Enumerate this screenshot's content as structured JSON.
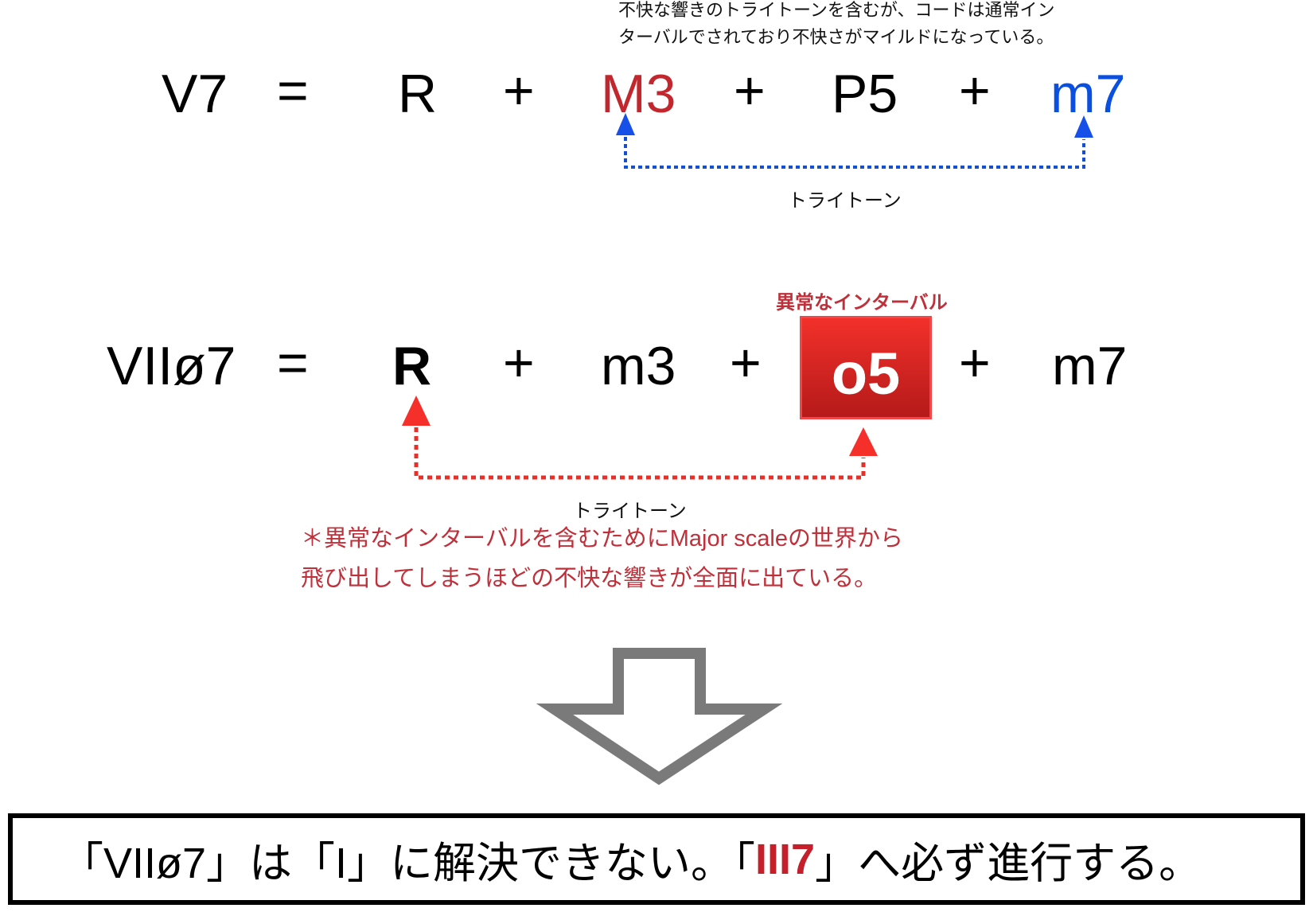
{
  "v7_row": {
    "note_line1": "不快な響きのトライトーンを含むが、コードは通常イン",
    "note_line2": "ターバルでされており不快さがマイルドになっている。",
    "chord": "V7",
    "equals": "=",
    "terms": [
      "R",
      "M3",
      "P5",
      "m7"
    ],
    "plus": "+",
    "tritone_label": "トライトーン",
    "colors": {
      "m3": "#c1272d",
      "m7": "#0b4fe0",
      "tritone_line": "#1650d0",
      "arrow": "#1650e8"
    }
  },
  "vii_row": {
    "chord": "VIIø7",
    "equals": "=",
    "terms": [
      "R",
      "m3",
      "o5",
      "m7"
    ],
    "plus": "+",
    "abnormal_label": "異常なインターバル",
    "tritone_label": "トライトーン",
    "note_line1": "＊異常なインターバルを含むためにMajor scaleの世界から",
    "note_line2": "飛び出してしまうほどの不快な響きが全面に出ている。",
    "colors": {
      "box": "#d42020",
      "label": "#c0303a",
      "arrow": "#f5302a"
    }
  },
  "conclusion": {
    "part1": "「VIIø7」は「I」に解決できない。「",
    "highlight": "III7",
    "part2": "」へ必ず進行する。",
    "highlight_color": "#c41f2a"
  }
}
